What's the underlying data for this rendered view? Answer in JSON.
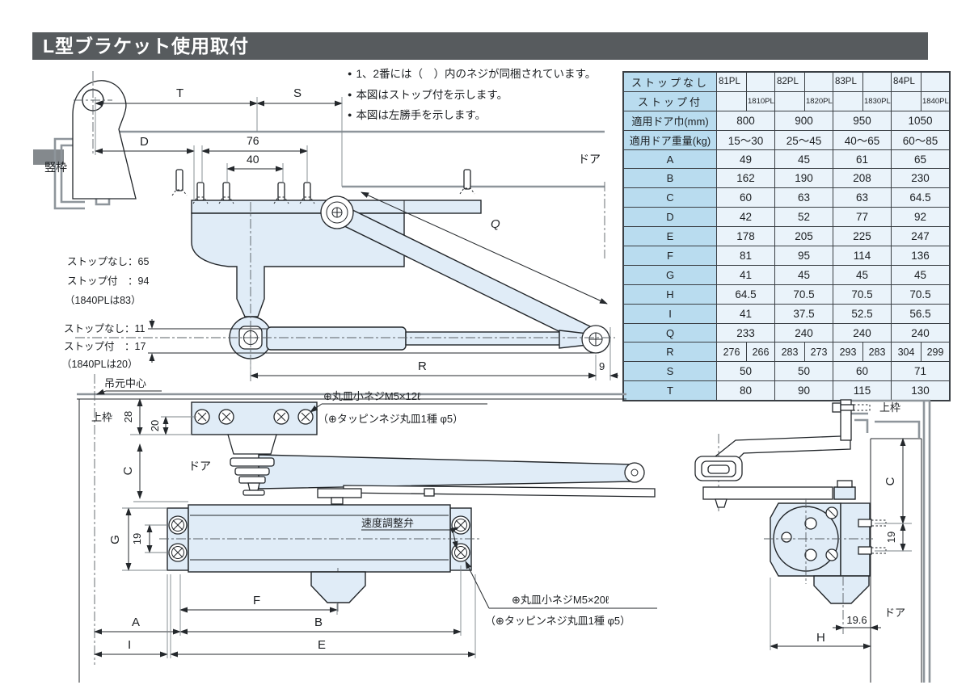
{
  "title": "L型ブラケット使用取付",
  "notes_bullet": "●",
  "notes": [
    "1、2番には（　）内のネジが同梱されています。",
    "本図はストップ付を示します。",
    "本図は左勝手を示します。"
  ],
  "table": {
    "header_rows": [
      {
        "label": "ストップなし",
        "side": "left",
        "models": [
          "81PL",
          "82PL",
          "83PL",
          "84PL"
        ]
      },
      {
        "label": "ストップ付",
        "side": "right",
        "models": [
          "1810PL",
          "1820PL",
          "1830PL",
          "1840PL"
        ]
      }
    ],
    "rows": [
      {
        "label": "適用ドア巾(mm)",
        "values": [
          "800",
          "900",
          "950",
          "1050"
        ]
      },
      {
        "label": "適用ドア重量(kg)",
        "values": [
          "15〜30",
          "25〜45",
          "40〜65",
          "60〜85"
        ]
      },
      {
        "label": "A",
        "values": [
          "49",
          "45",
          "61",
          "65"
        ]
      },
      {
        "label": "B",
        "values": [
          "162",
          "190",
          "208",
          "230"
        ]
      },
      {
        "label": "C",
        "values": [
          "60",
          "63",
          "63",
          "64.5"
        ]
      },
      {
        "label": "D",
        "values": [
          "42",
          "52",
          "77",
          "92"
        ]
      },
      {
        "label": "E",
        "values": [
          "178",
          "205",
          "225",
          "247"
        ]
      },
      {
        "label": "F",
        "values": [
          "81",
          "95",
          "114",
          "136"
        ]
      },
      {
        "label": "G",
        "values": [
          "41",
          "45",
          "45",
          "45"
        ]
      },
      {
        "label": "H",
        "values": [
          "64.5",
          "70.5",
          "70.5",
          "70.5"
        ]
      },
      {
        "label": "I",
        "values": [
          "41",
          "37.5",
          "52.5",
          "56.5"
        ]
      },
      {
        "label": "Q",
        "values": [
          "233",
          "240",
          "240",
          "240"
        ]
      },
      {
        "label": "R",
        "split": [
          [
            "276",
            "266"
          ],
          [
            "283",
            "273"
          ],
          [
            "293",
            "283"
          ],
          [
            "304",
            "299"
          ]
        ]
      },
      {
        "label": "S",
        "values": [
          "50",
          "50",
          "60",
          "71"
        ]
      },
      {
        "label": "T",
        "values": [
          "80",
          "90",
          "115",
          "130"
        ]
      }
    ]
  },
  "top_view": {
    "tatewaku": "竪枠",
    "door": "ドア",
    "T": "T",
    "S": "S",
    "D": "D",
    "d76": "76",
    "d40": "40",
    "Q": "Q",
    "R": "R",
    "d9": "9",
    "stop_upper": [
      "ストップなし：65",
      "ストップ付　：94",
      "（1840PLは83）"
    ],
    "stop_lower": [
      "ストップなし：11",
      "ストップ付　：17",
      "（1840PLは20）"
    ]
  },
  "front_view": {
    "hinge_center": "吊元中心",
    "uwawaku": "上枠",
    "d28": "28",
    "d20": "20",
    "C": "C",
    "door": "ドア",
    "G": "G",
    "d19": "19",
    "valve": "速度調整弁",
    "screw_note1_line1": "⊕丸皿小ネジM5×12ℓ",
    "screw_note1_line2": "（⊕タッピンネジ丸皿1種 φ5）",
    "screw_note2_line1": "⊕丸皿小ネジM5×20ℓ",
    "screw_note2_line2": "（⊕タッピンネジ丸皿1種 φ5）",
    "F": "F",
    "A": "A",
    "B": "B",
    "I": "I",
    "E": "E"
  },
  "side_view": {
    "uwawaku": "上枠",
    "C": "C",
    "d19": "19",
    "door": "ドア",
    "d196": "19.6",
    "H": "H"
  },
  "colors": {
    "title_bg": "#575b5e",
    "table_label_bg": "#b9dcef",
    "table_cell_bg": "#eaf3fa",
    "body_fill": "#e0ecf7",
    "line": "#22262a",
    "frame_gray": "#8e959b"
  }
}
